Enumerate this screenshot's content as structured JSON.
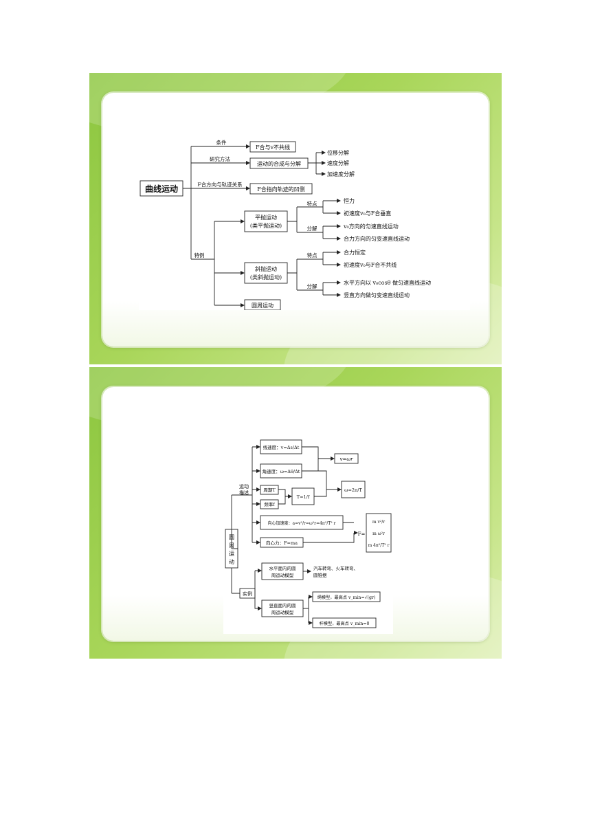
{
  "slide1": {
    "root": "曲线运动",
    "branches": {
      "condition_label": "条件",
      "condition_box": "F合与v不共线",
      "method_label": "研究方法",
      "method_box": "运动的合成与分解",
      "method_items": [
        "位移分解",
        "速度分解",
        "加速度分解"
      ],
      "relation_label": "F合方向与轨迹关系",
      "relation_box": "F合指向轨迹的凹侧",
      "special_label": "特例"
    },
    "projectile": {
      "box_line1": "平抛运动",
      "box_line2": "(类平抛运动)",
      "feature_label": "特点",
      "features": [
        "恒力",
        "初速度v₀与F合垂直"
      ],
      "decompose_label": "分解",
      "decomposition": [
        "v₀方向的匀速直线运动",
        "合力方向的匀变速直线运动"
      ]
    },
    "oblique": {
      "box_line1": "斜抛运动",
      "box_line2": "(类斜抛运动)",
      "feature_label": "特点",
      "features": [
        "合力恒定",
        "初速度v₀与F合不共线"
      ],
      "decompose_label": "分解",
      "decomposition": [
        "水平方向以 v₀cosθ 做匀速直线运动",
        "竖直方向做匀变速直线运动"
      ]
    },
    "circular_box": "圆周运动"
  },
  "slide2": {
    "root": [
      "圆",
      "周",
      "运",
      "动"
    ],
    "motion_desc_label": [
      "运动",
      "描述"
    ],
    "linear_velocity": "线速度：v=Δs/Δt",
    "angular_velocity": "角速度：ω=Δθ/Δt",
    "v_omega_r": "v=ωr",
    "period": "周期T",
    "frequency": "频率f",
    "t_eq_1_over_f": "T=1/f",
    "omega_eq_2pi_over_t": "ω=2π/T",
    "centripetal_accel": "向心加速度：a=v²/r=ω²r=4π²/T² r",
    "centripetal_force": "向心力：F=ma",
    "force_options": [
      "m v²/r",
      "m ω²r",
      "m 4π²/T² r"
    ],
    "force_prefix": "F=",
    "examples_label": "实例",
    "horizontal_model": [
      "水平面内的圆",
      "周运动模型"
    ],
    "horizontal_examples": [
      "汽车转弯、火车转弯、",
      "圆锥摆"
    ],
    "vertical_model": [
      "竖直面内的圆",
      "周运动模型"
    ],
    "rope_model": "绳模型，最高点 v_min=√(gr)",
    "rod_model": "杆模型，最高点 v_min=0"
  }
}
